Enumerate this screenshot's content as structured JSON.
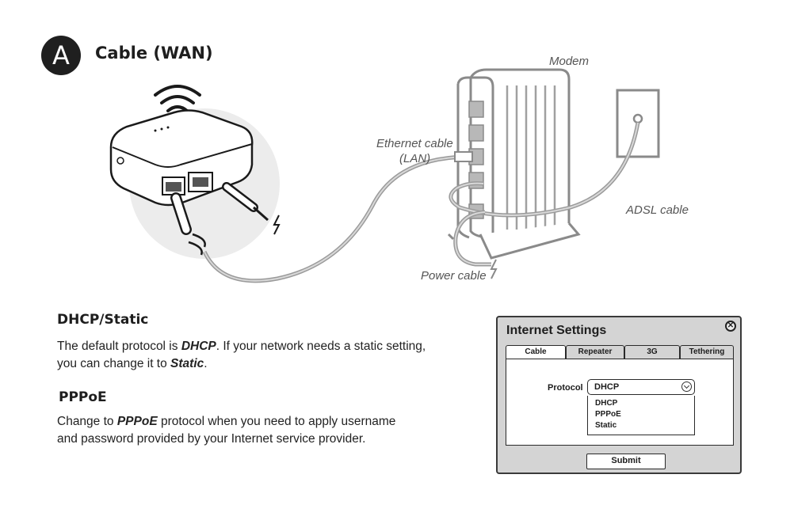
{
  "header": {
    "badge": "A",
    "title": "Cable (WAN)"
  },
  "illustration": {
    "labels": {
      "modem": "Modem",
      "ethernet_line1": "Ethernet cable",
      "ethernet_line2": "(LAN)",
      "adsl": "ADSL cable",
      "power": "Power cable"
    }
  },
  "dhcp_section": {
    "heading": "DHCP/Static",
    "text_pre": "The default protocol is ",
    "text_em1": "DHCP",
    "text_mid": ". If your network needs a static setting, you can change it to ",
    "text_em2": "Static",
    "text_post": "."
  },
  "pppoe_section": {
    "heading": "PPPoE",
    "text_pre": "Change to ",
    "text_em": "PPPoE",
    "text_post": " protocol when you need to apply username and password provided by your Internet service provider."
  },
  "settings_window": {
    "title": "Internet Settings",
    "tabs": [
      {
        "label": "Cable"
      },
      {
        "label": "Repeater"
      },
      {
        "label": "3G"
      },
      {
        "label": "Tethering"
      }
    ],
    "protocol_label": "Protocol",
    "protocol_value": "DHCP",
    "options": [
      "DHCP",
      "PPPoE",
      "Static"
    ],
    "submit_label": "Submit"
  }
}
